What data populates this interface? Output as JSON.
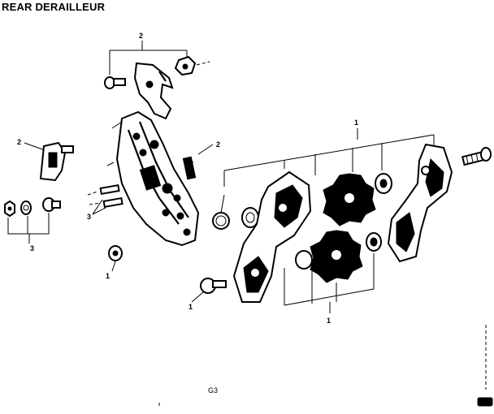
{
  "title": "REAR DERAILLEUR",
  "page_code": "G3",
  "callouts": {
    "mount_hardware": "2",
    "cable_clamp": "2",
    "spring_parts": "2",
    "small_bolts": "3",
    "washer_nut_set": "3",
    "lock_nut": "1",
    "cage_parts": "1",
    "pulley_hardware": "1",
    "pivot_bolt": "1"
  }
}
